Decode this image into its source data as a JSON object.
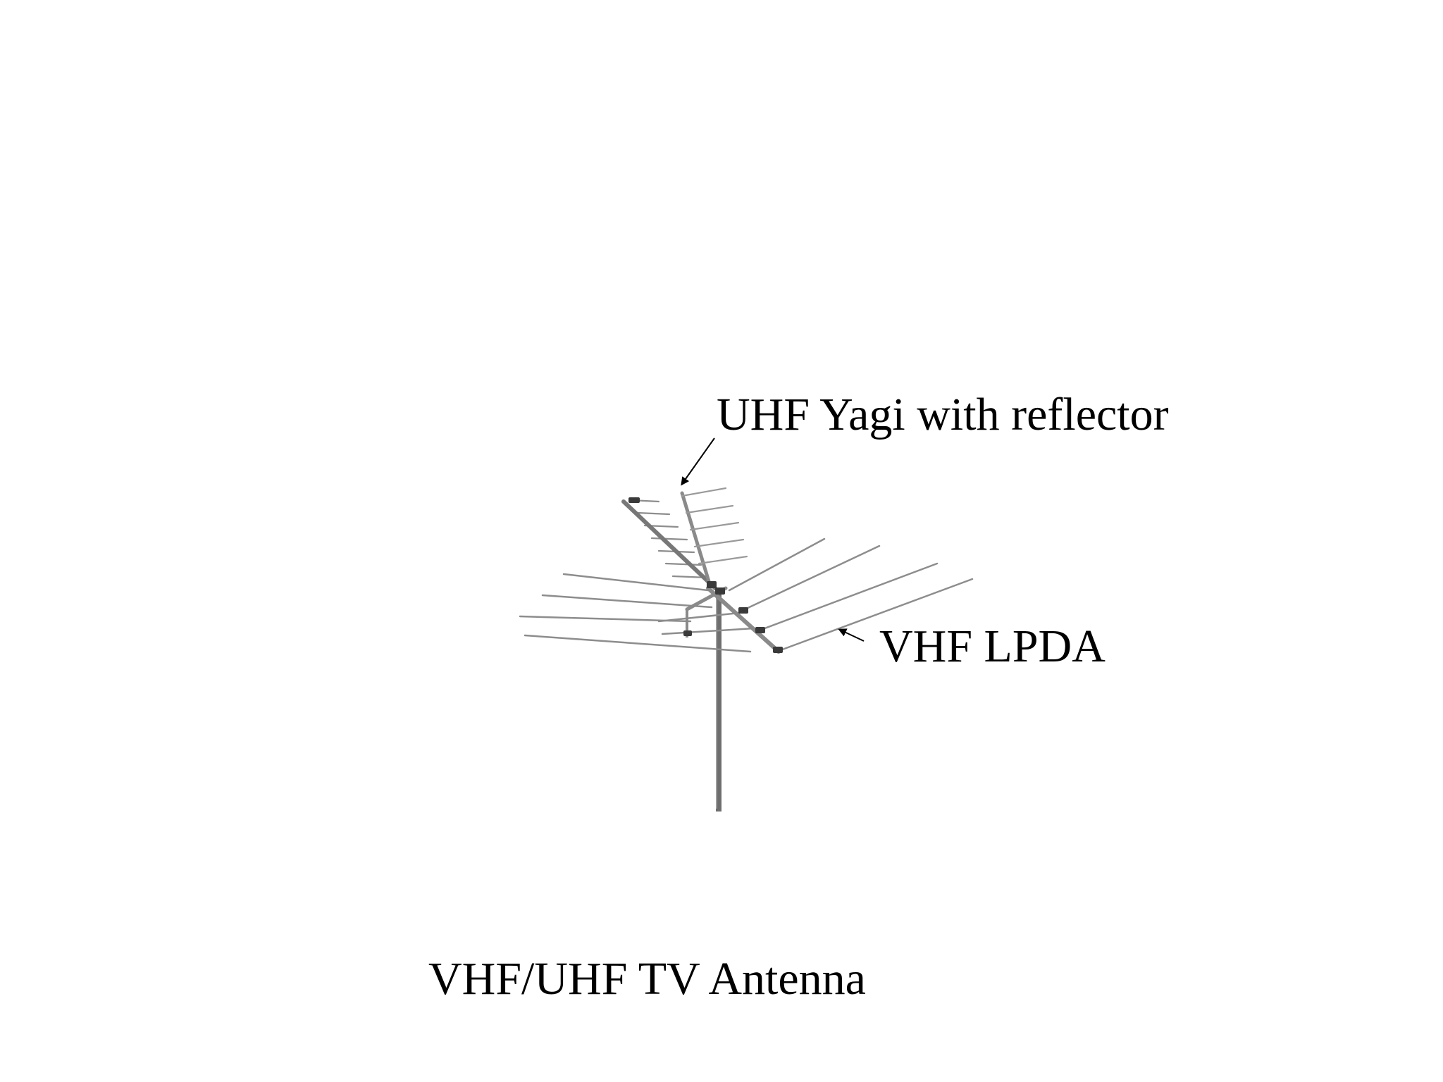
{
  "diagram": {
    "labels": {
      "uhf_yagi": "UHF Yagi with reflector",
      "vhf_lpda": "VHF LPDA"
    },
    "caption": "VHF/UHF TV Antenna",
    "colors": {
      "text": "#000000",
      "arrow": "#000000",
      "element": "#8a8a8a",
      "mast": "#6e6e6e",
      "clamp": "#3a3a3a"
    }
  }
}
